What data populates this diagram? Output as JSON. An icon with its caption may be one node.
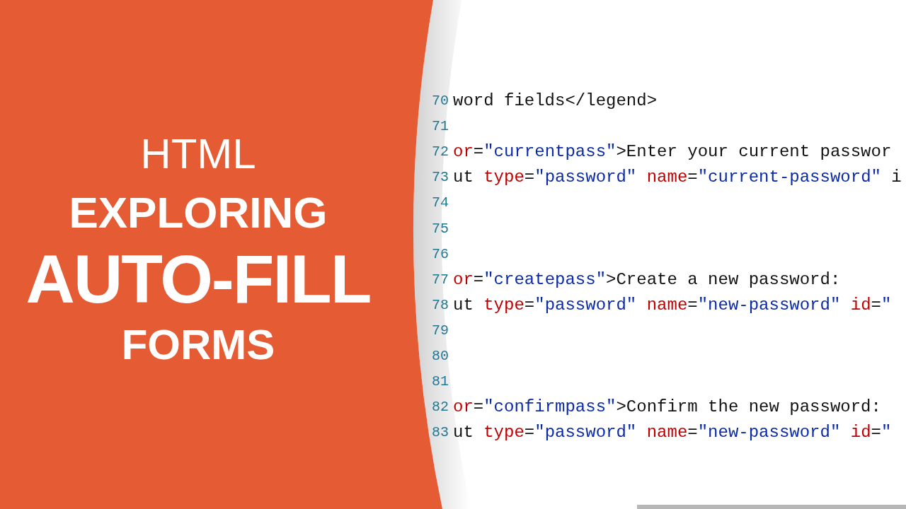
{
  "diagram": {
    "labels": [
      "HTML",
      "EXPLORING",
      "AUTO-FILL",
      "FORMS",
      "70",
      "word fields</legend>",
      "71",
      "72",
      "or=\"currentpass\">Enter your current passwor",
      "73",
      "ut type=\"password\" name=\"current-password\" i",
      "74",
      "75",
      "76",
      "77",
      "or=\"createpass\">Create a new password:",
      "78",
      "ut type=\"password\" name=\"new-password\" id=\"",
      "79",
      "80",
      "81",
      "82",
      "or=\"confirmpass\">Confirm the new password:",
      "83",
      "ut type=\"password\" name=\"new-password\" id=\""
    ]
  }
}
